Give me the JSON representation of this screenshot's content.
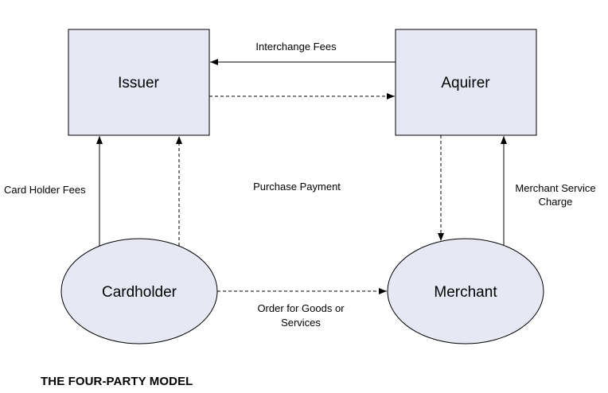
{
  "nodes": {
    "issuer": "Issuer",
    "acquirer": "Aquirer",
    "cardholder": "Cardholder",
    "merchant": "Merchant"
  },
  "edges": {
    "interchange_fees": "Interchange Fees",
    "card_holder_fees": "Card Holder Fees",
    "purchase_payment": "Purchase Payment",
    "merchant_service_charge_line1": "Merchant Service",
    "merchant_service_charge_line2": "Charge",
    "order_line1": "Order for Goods or",
    "order_line2": "Services"
  },
  "caption": "THE FOUR-PARTY MODEL",
  "colors": {
    "node_fill": "#e6e8f4",
    "stroke": "#000000"
  }
}
